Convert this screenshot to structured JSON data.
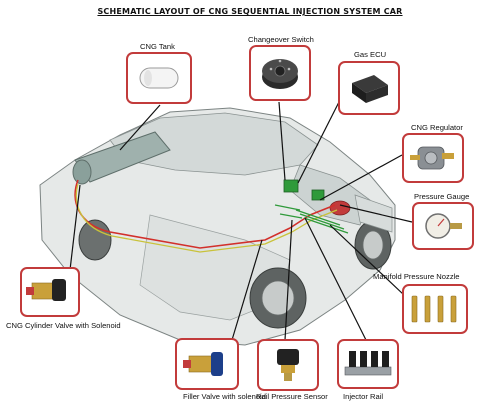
{
  "title": "SCHEMATIC LAYOUT OF CNG SEQUENTIAL INJECTION SYSTEM CAR",
  "components": {
    "cng_tank": "CNG Tank",
    "changeover_switch": "Changeover Switch",
    "gas_ecu": "Gas ECU",
    "cng_regulator": "CNG Regulator",
    "pressure_gauge": "Pressure Gauge",
    "manifold_pressure_nozzle": "Manifold Pressure Nozzle",
    "cylinder_valve": "CNG Cylinder Valve with Solenoid",
    "filler_valve": "Filler Valve with solenoid",
    "rail_pressure_sensor": "Rail Pressure Sensor",
    "injector_rail": "Injector Rail"
  },
  "colors": {
    "frame_border": "#c23b3b",
    "car_body": "#dfe3e2",
    "gas_line": "#d2302b",
    "fuel_line": "#c9c23a",
    "wire_green": "#2f9a3a"
  }
}
